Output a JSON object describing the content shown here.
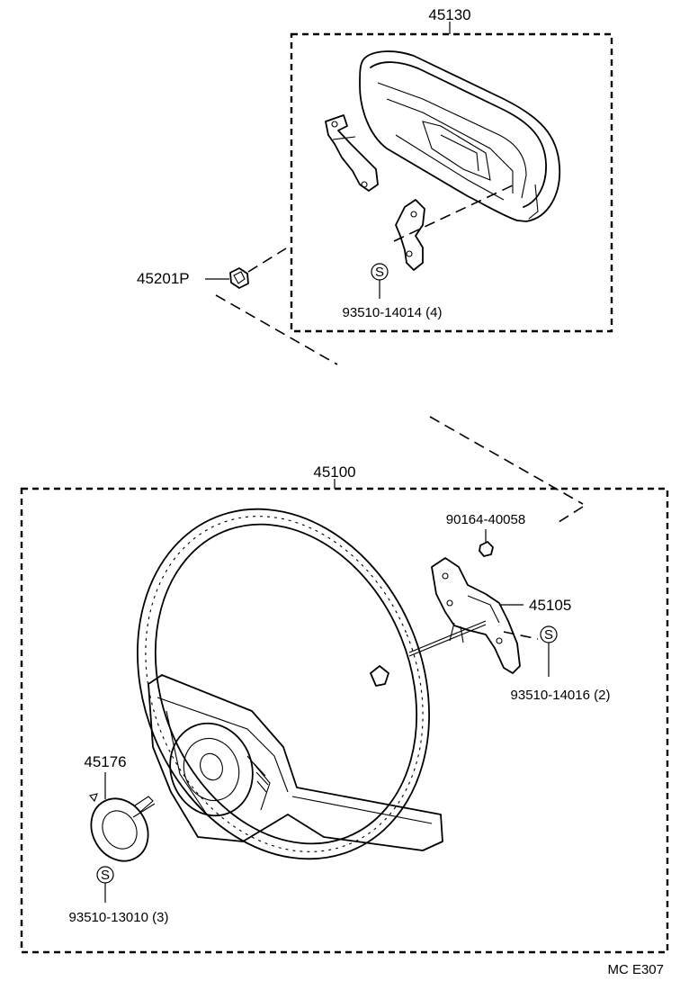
{
  "assemblies": {
    "pad": {
      "part_no": "45130",
      "screw": "93510-14014 (4)",
      "screw_symbol": "S"
    },
    "wheel": {
      "part_no": "45100"
    }
  },
  "parts": {
    "nut": "45201P",
    "bolt": "90164-40058",
    "bracket": "45105",
    "bracket_screw": "93510-14016 (2)",
    "bracket_screw_symbol": "S",
    "plate": "45176",
    "plate_screw": "93510-13010 (3)",
    "plate_screw_symbol": "S"
  },
  "footer": {
    "code": "MC  E307"
  }
}
